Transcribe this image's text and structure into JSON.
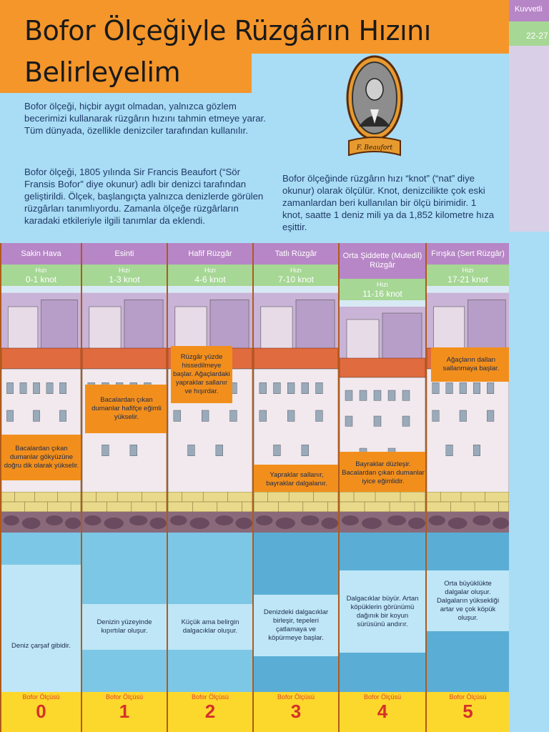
{
  "title": "Bofor Ölçeğiyle Rüzgârın Hızını Belirleyelim",
  "paragraphs": [
    "Bofor ölçeği, hiçbir aygıt olmadan, yalnızca gözlem becerimizi kullanarak rüzgârın hızını tahmin etmeye yarar. Tüm dünyada, özellikle denizciler tarafından kullanılır.",
    "Bofor ölçeği, 1805 yılında Sir Francis Beaufort (“Sör Fransis Bofor” diye okunur) adlı bir denizci tarafından geliştirildi. Ölçek, başlangıçta yalnızca denizlerde görülen rüzgârları tanımlıyordu. Zamanla ölçeğe rüzgârların karadaki etkileriyle ilgili tanımlar da eklendi.",
    "Bofor ölçeğinde rüzgârın hızı “knot” (“nat” diye okunur) olarak ölçülür. Knot, denizcilikte çok eski zamanlardan beri kullanılan bir ölçü birimidir. 1 knot, saatte 1 deniz mili ya da 1,852 kilometre hıza eşittir."
  ],
  "portrait_signature": "F. Beaufort",
  "speed_label": "Hızı",
  "scale_label": "Bofor Ölçüsü",
  "partial_column": {
    "name": "Kuvvetli",
    "speed": "22-27"
  },
  "levels": [
    {
      "name": "Sakin Hava",
      "speed": "0-1 knot",
      "number": "0",
      "land": "Bacalardan çıkan dumanlar gökyüzüne doğru dik olarak yükselir.",
      "sea": "Deniz çarşaf gibidir."
    },
    {
      "name": "Esinti",
      "speed": "1-3 knot",
      "number": "1",
      "land": "Bacalardan çıkan dumanlar hafifçe eğimli yükselir.",
      "sea": "Denizin yüzeyinde kıpırtılar oluşur."
    },
    {
      "name": "Hafif Rüzgâr",
      "speed": "4-6 knot",
      "number": "2",
      "land": "Rüzgâr yüzde hissedilmeye başlar. Ağaçlardaki yapraklar sallanır ve hışırdar.",
      "sea": "Küçük ama belirgin dalgacıklar oluşur."
    },
    {
      "name": "Tatlı Rüzgâr",
      "speed": "7-10 knot",
      "number": "3",
      "land": "Yapraklar sallanır, bayraklar dalgalanır.",
      "sea": "Denizdeki dalgacıklar birleşir, tepeleri çatlamaya ve köpürmeye başlar."
    },
    {
      "name": "Orta Şiddette (Mutedil) Rüzgâr",
      "speed": "11-16 knot",
      "number": "4",
      "land": "Bayraklar düzleşir. Bacalardan çıkan dumanlar iyice eğimlidir.",
      "sea": "Dalgacıklar büyür. Artan köpüklerin görünümü dağınık bir koyun sürüsünü andırır."
    },
    {
      "name": "Fırışka (Sert Rüzgâr)",
      "speed": "17-21 knot",
      "number": "5",
      "land": "Ağaçların dalları sallanmaya başlar.",
      "sea": "Orta büyüklükte dalgalar oluşur. Dalgaların yüksekliği artar ve çok köpük oluşur."
    }
  ]
}
